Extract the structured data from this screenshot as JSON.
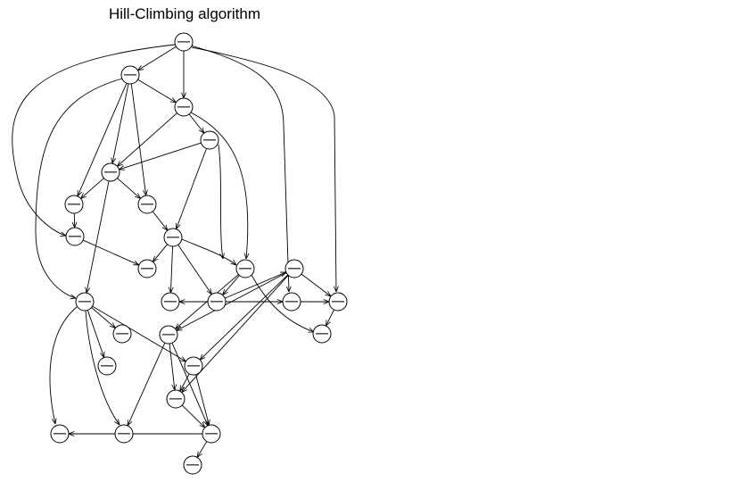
{
  "title": "Hill-Climbing algorithm",
  "nodes": [
    {
      "id": "n1"
    },
    {
      "id": "n2"
    },
    {
      "id": "n3"
    },
    {
      "id": "n4"
    },
    {
      "id": "n5"
    },
    {
      "id": "n6"
    },
    {
      "id": "n7"
    },
    {
      "id": "n8"
    },
    {
      "id": "n9"
    },
    {
      "id": "n10"
    },
    {
      "id": "n11"
    },
    {
      "id": "n12"
    },
    {
      "id": "n13"
    },
    {
      "id": "n14"
    },
    {
      "id": "n15"
    },
    {
      "id": "n16"
    },
    {
      "id": "n17"
    },
    {
      "id": "n18"
    },
    {
      "id": "n19"
    },
    {
      "id": "n20"
    },
    {
      "id": "n21"
    },
    {
      "id": "n22"
    },
    {
      "id": "n23"
    },
    {
      "id": "n24"
    },
    {
      "id": "n25"
    },
    {
      "id": "n26"
    },
    {
      "id": "n27"
    },
    {
      "id": "n28"
    },
    {
      "id": "n29"
    },
    {
      "id": "n30"
    }
  ],
  "edges": [
    [
      "n1",
      "n2"
    ],
    [
      "n1",
      "n3"
    ],
    [
      "n1",
      "n8"
    ],
    [
      "n1",
      "n21"
    ],
    [
      "n1",
      "n16"
    ],
    [
      "n2",
      "n3"
    ],
    [
      "n2",
      "n5"
    ],
    [
      "n2",
      "n6"
    ],
    [
      "n2",
      "n7"
    ],
    [
      "n2",
      "n12"
    ],
    [
      "n3",
      "n4"
    ],
    [
      "n3",
      "n5"
    ],
    [
      "n3",
      "n14"
    ],
    [
      "n4",
      "n5"
    ],
    [
      "n4",
      "n9"
    ],
    [
      "n4",
      "n15"
    ],
    [
      "n5",
      "n6"
    ],
    [
      "n5",
      "n7"
    ],
    [
      "n5",
      "n12"
    ],
    [
      "n6",
      "n8"
    ],
    [
      "n7",
      "n9"
    ],
    [
      "n8",
      "n10"
    ],
    [
      "n9",
      "n10"
    ],
    [
      "n9",
      "n11"
    ],
    [
      "n9",
      "n13"
    ],
    [
      "n9",
      "n14"
    ],
    [
      "n12",
      "n17"
    ],
    [
      "n12",
      "n18"
    ],
    [
      "n12",
      "n26"
    ],
    [
      "n12",
      "n27"
    ],
    [
      "n12",
      "n19"
    ],
    [
      "n13",
      "n11"
    ],
    [
      "n13",
      "n15"
    ],
    [
      "n13",
      "n16"
    ],
    [
      "n14",
      "n20"
    ],
    [
      "n14",
      "n13"
    ],
    [
      "n15",
      "n20"
    ],
    [
      "n15",
      "n19"
    ],
    [
      "n15",
      "n21"
    ],
    [
      "n15",
      "n22"
    ],
    [
      "n15",
      "n23"
    ],
    [
      "n16",
      "n21"
    ],
    [
      "n21",
      "n24"
    ],
    [
      "n20",
      "n22"
    ],
    [
      "n20",
      "n23"
    ],
    [
      "n20",
      "n27"
    ],
    [
      "n19",
      "n22"
    ],
    [
      "n19",
      "n23"
    ],
    [
      "n22",
      "n23"
    ],
    [
      "n23",
      "n25"
    ],
    [
      "n23",
      "n26"
    ],
    [
      "n23",
      "n28"
    ],
    [
      "n23",
      "n29"
    ],
    [
      "n28",
      "n29"
    ]
  ]
}
